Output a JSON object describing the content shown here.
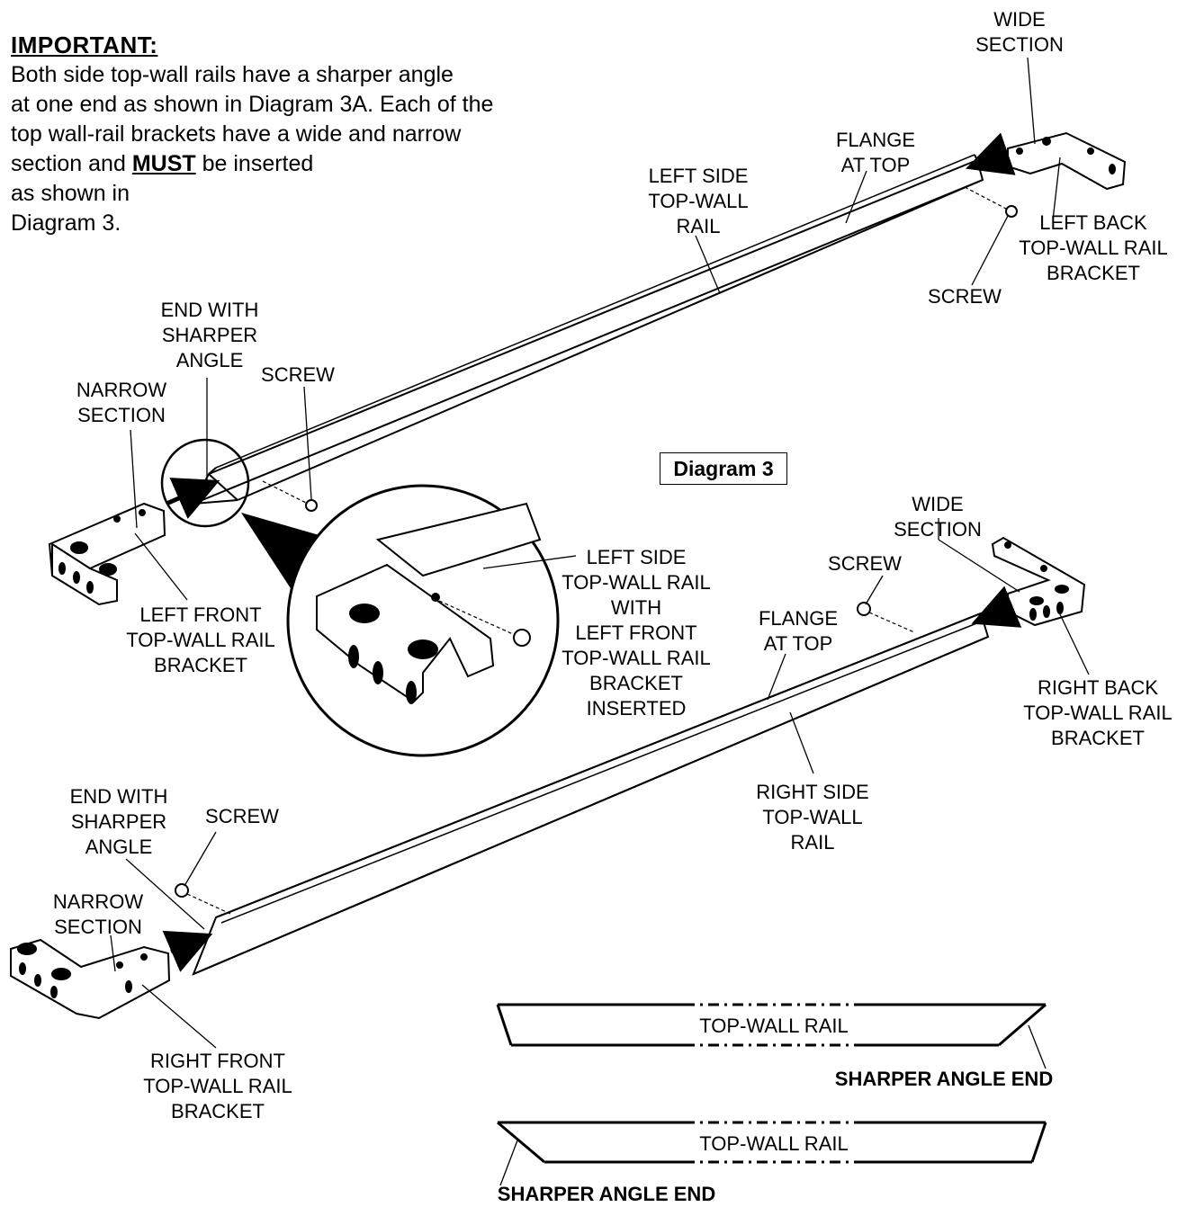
{
  "note": {
    "heading": "IMPORTANT:",
    "line1": "Both side top-wall rails have a sharper angle",
    "line2": "at one end as shown in Diagram 3A. Each of the",
    "line3": "top wall-rail brackets have a wide and narrow",
    "line4_pre": "section and ",
    "line4_must": "MUST",
    "line4_post": " be inserted",
    "line5": "as shown in",
    "line6": "Diagram 3."
  },
  "diagram_title": "Diagram 3",
  "labels": {
    "wide_section_top": "WIDE\nSECTION",
    "flange_at_top_1": "FLANGE\nAT TOP",
    "left_side_rail": "LEFT SIDE\nTOP-WALL\nRAIL",
    "left_back_bracket": "LEFT BACK\nTOP-WALL RAIL\nBRACKET",
    "screw_top_right": "SCREW",
    "end_sharper_1": "END WITH\nSHARPER\nANGLE",
    "screw_mid_left": "SCREW",
    "narrow_section_1": "NARROW\nSECTION",
    "left_front_bracket": "LEFT FRONT\nTOP-WALL RAIL\nBRACKET",
    "inset_label": "LEFT SIDE\nTOP-WALL RAIL\nWITH\nLEFT FRONT\nTOP-WALL RAIL\nBRACKET\nINSERTED",
    "wide_section_2": "WIDE\nSECTION",
    "screw_mid_right": "SCREW",
    "flange_at_top_2": "FLANGE\nAT TOP",
    "right_back_bracket": "RIGHT BACK\nTOP-WALL RAIL\nBRACKET",
    "right_side_rail": "RIGHT SIDE\nTOP-WALL\nRAIL",
    "end_sharper_2": "END WITH\nSHARPER\nANGLE",
    "screw_bottom_left": "SCREW",
    "narrow_section_2": "NARROW\nSECTION",
    "right_front_bracket": "RIGHT FRONT\nTOP-WALL RAIL\nBRACKET"
  },
  "legend": {
    "rail_label_1": "TOP-WALL RAIL",
    "angle_end_1": "SHARPER ANGLE END",
    "rail_label_2": "TOP-WALL RAIL",
    "angle_end_2": "SHARPER ANGLE END"
  }
}
